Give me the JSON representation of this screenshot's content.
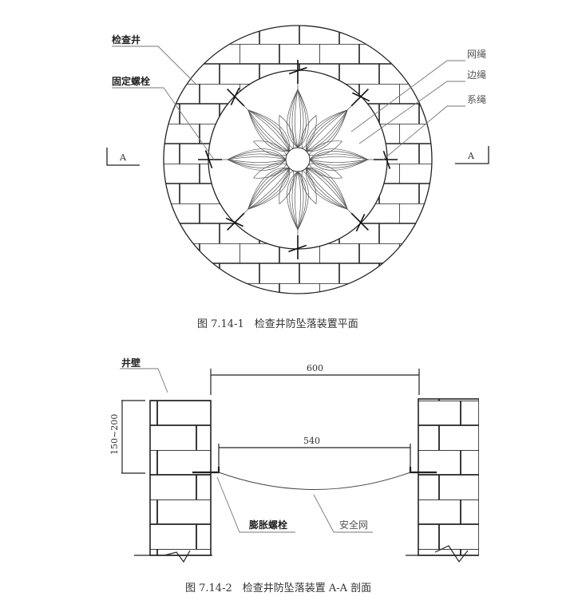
{
  "plan": {
    "labels": {
      "manhole": "检查井",
      "fixing_bolt": "固定螺栓",
      "net_rope": "网绳",
      "edge_rope": "边绳",
      "tie_rope": "系绳",
      "section_left": "A",
      "section_right": "A"
    },
    "caption": "图 7.14-1　检查井防坠落装置平面"
  },
  "section": {
    "labels": {
      "well_wall": "井壁",
      "expansion_bolt": "膨胀螺栓",
      "safety_net": "安全网"
    },
    "dimensions": {
      "outer_width": "600",
      "net_width": "540",
      "depth": "150~200"
    },
    "caption": "图 7.14-2　检查井防坠落装置 A-A 剖面"
  }
}
